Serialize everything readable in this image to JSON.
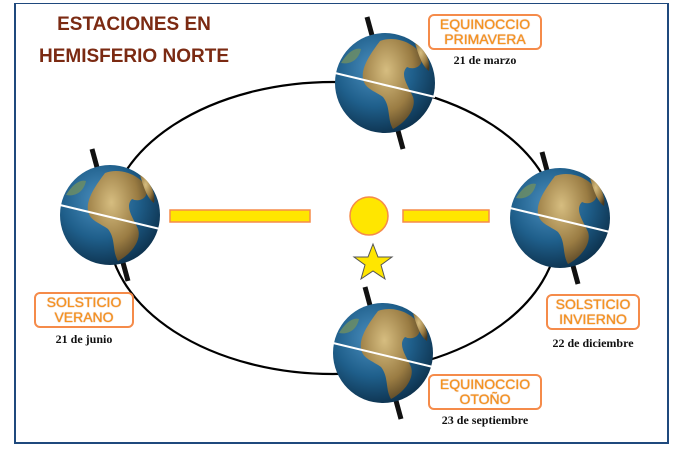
{
  "title": {
    "line1": "ESTACIONES EN",
    "line2": "HEMISFERIO NORTE"
  },
  "events": [
    {
      "id": "primavera",
      "line1": "EQUINOCCIO",
      "line2": "PRIMAVERA",
      "date": "21 de marzo"
    },
    {
      "id": "verano",
      "line1": "SOLSTICIO",
      "line2": "VERANO",
      "date": "21 de junio"
    },
    {
      "id": "invierno",
      "line1": "SOLSTICIO",
      "line2": "INVIERNO",
      "date": "22 de diciembre"
    },
    {
      "id": "otono",
      "line1": "EQUINOCCIO",
      "line2": "OTOÑO",
      "date": "23 de septiembre"
    }
  ],
  "colors": {
    "title": "#7b2a12",
    "label_border": "#f58b4a",
    "label_text": "#f7941d",
    "sun": "#ffe600",
    "sun_ray": "#ffe600",
    "star": "#ffe600",
    "frame": "#1f497d",
    "ocean": "#1d5d86",
    "land": "#a88a4e"
  }
}
